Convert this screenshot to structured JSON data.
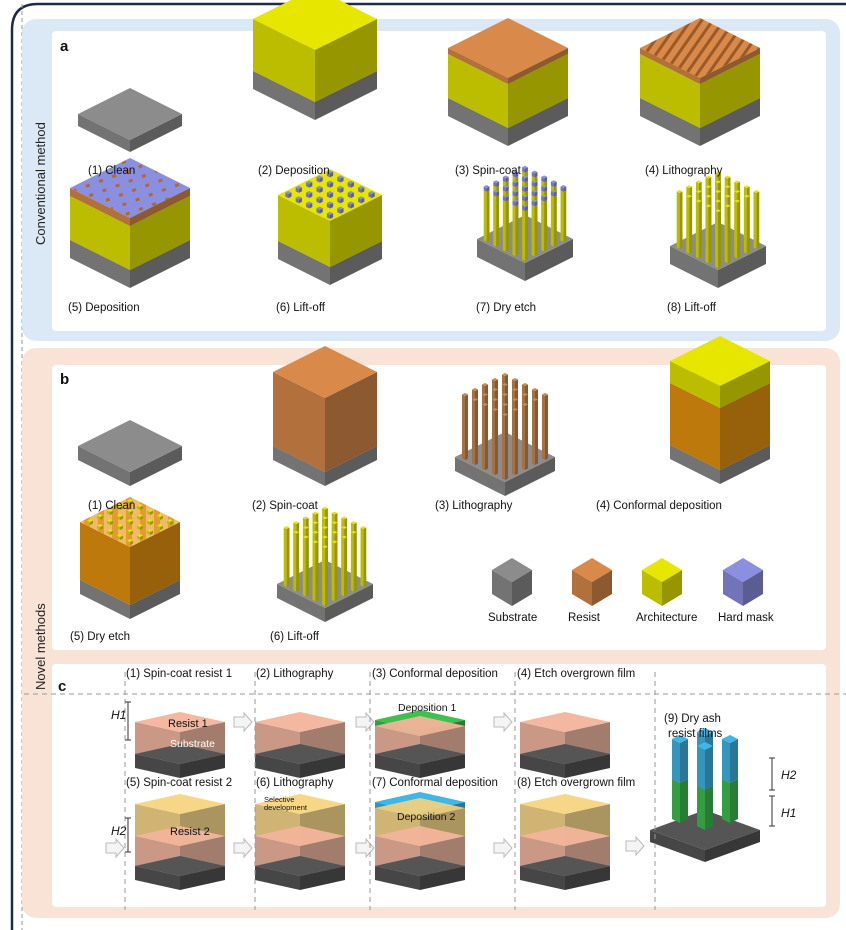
{
  "panel_a": {
    "label": "a",
    "side_label": "Conventional method",
    "steps": [
      "(1) Clean",
      "(2) Deposition",
      "(3) Spin-coat",
      "(4) Lithography",
      "(5) Deposition",
      "(6) Lift-off",
      "(7) Dry etch",
      "(8) Lift-off"
    ]
  },
  "panel_b": {
    "label": "b",
    "side_label": "Novel methods",
    "steps": [
      "(1) Clean",
      "(2) Spin-coat",
      "(3)  Lithography",
      "(4) Conformal deposition",
      "(5) Dry etch",
      "(6) Lift-off"
    ],
    "legend": [
      {
        "label": "Substrate",
        "color": "#8c8c8c"
      },
      {
        "label": "Resist",
        "color": "#d9894a"
      },
      {
        "label": "Architecture",
        "color": "#e6e600"
      },
      {
        "label": "Hard mask",
        "color": "#8a8fe0"
      }
    ]
  },
  "panel_c": {
    "label": "c",
    "steps_row1": [
      "(1)  Spin-coat resist  1",
      "(2) Lithography",
      "(3) Conformal deposition",
      "(4)  Etch overgrown film"
    ],
    "steps_row2": [
      "(5)  Spin-coat resist  2",
      "(6) Lithography",
      "(7) Conformal deposition",
      "(8) Etch overgrown film"
    ],
    "final_step": [
      "(9) Dry ash",
      "resist films"
    ],
    "inline_labels": {
      "resist1": "Resist 1",
      "substrate": "Substrate",
      "deposition1": "Deposition 1",
      "resist2": "Resist 2",
      "deposition2": "Deposition 2",
      "selective_development": "Selective development",
      "h1": "H1",
      "h2": "H2"
    }
  },
  "colors": {
    "panel_a_bg": "#dbe8f5",
    "panel_b_bg": "#f9e3d6",
    "substrate": "#8c8c8c",
    "resist": "#d9894a",
    "architecture": "#e6e600",
    "hard_mask": "#8a8fe0",
    "deposition1": "#3fbf4f",
    "deposition2": "#3fb6e6"
  }
}
